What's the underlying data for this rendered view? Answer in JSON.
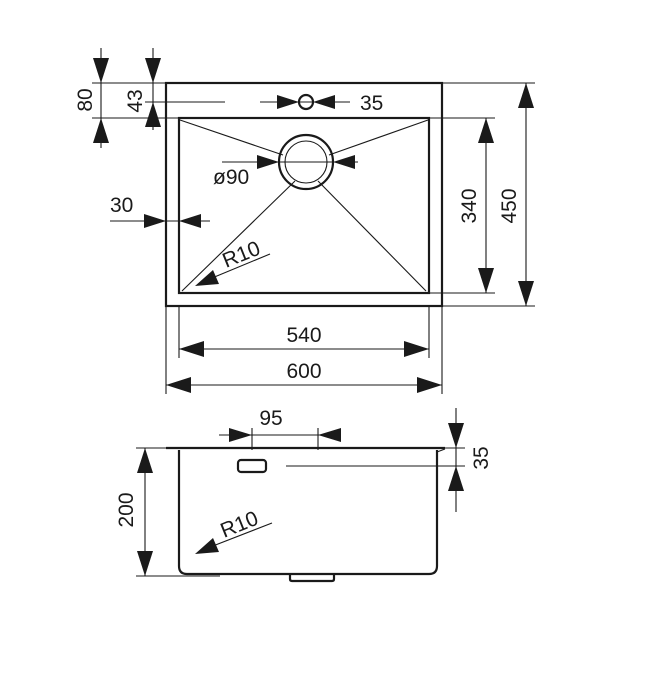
{
  "top_view": {
    "dim_80": "80",
    "dim_43": "43",
    "dim_35": "35",
    "dim_diameter": "ø90",
    "dim_30": "30",
    "dim_radius": "R10",
    "dim_340": "340",
    "dim_450": "450",
    "dim_540": "540",
    "dim_600": "600"
  },
  "side_view": {
    "dim_95": "95",
    "dim_35": "35",
    "dim_200": "200",
    "dim_radius": "R10"
  }
}
